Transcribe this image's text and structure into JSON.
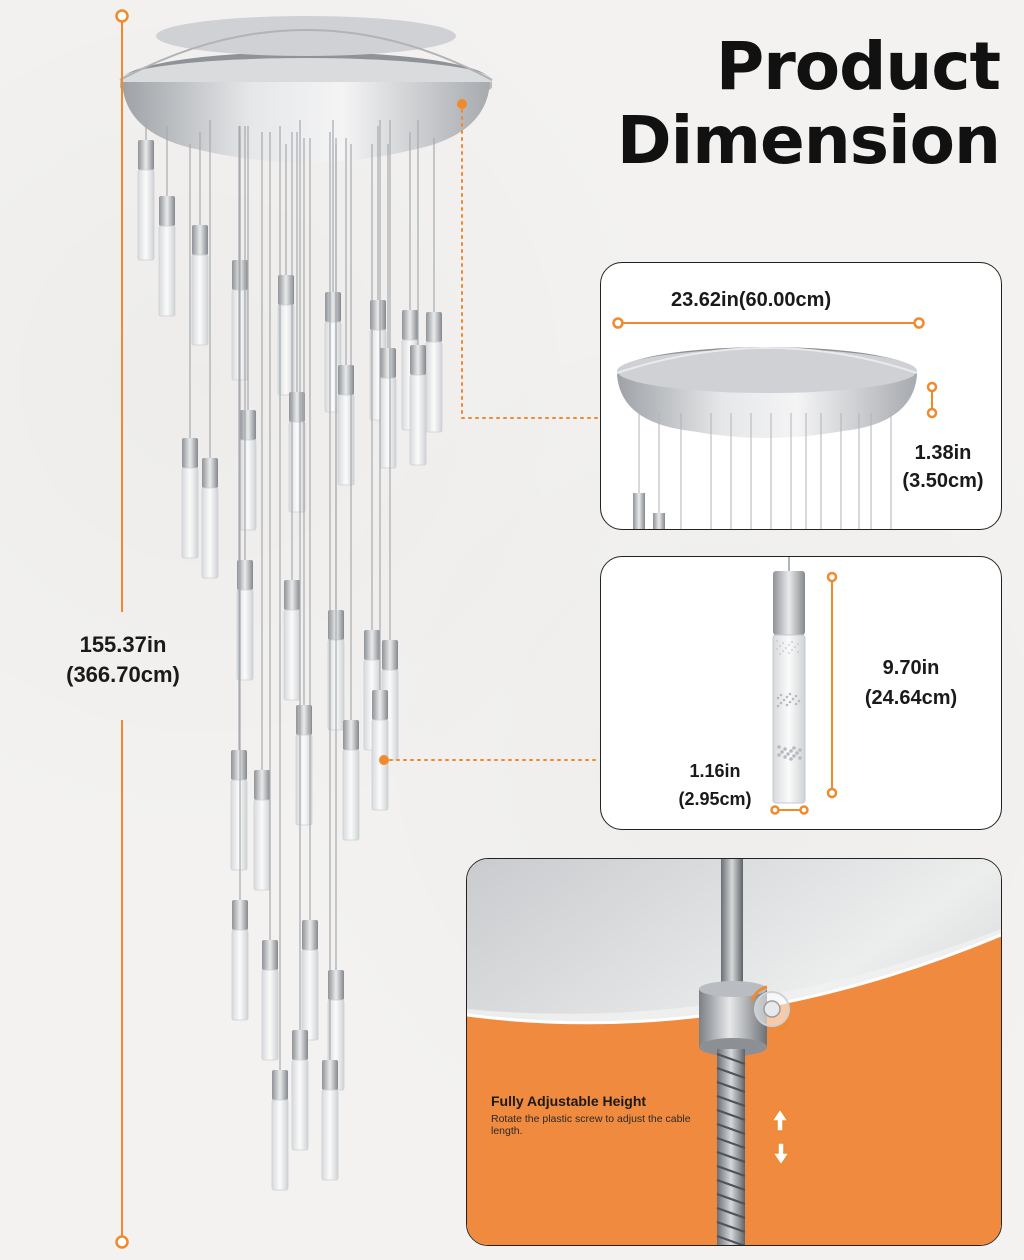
{
  "title": {
    "line1": "Product",
    "line2": "Dimension"
  },
  "total_height": {
    "inches": "155.37in",
    "cm": "(366.70cm)"
  },
  "canopy": {
    "width": "23.62in(60.00cm)",
    "thickness_in": "1.38in",
    "thickness_cm": "(3.50cm)"
  },
  "tube": {
    "height_in": "9.70in",
    "height_cm": "(24.64cm)",
    "diameter_in": "1.16in",
    "diameter_cm": "(2.95cm)"
  },
  "feature": {
    "title": "Fully Adjustable Height",
    "description": "Rotate the plastic screw to adjust the cable length."
  },
  "colors": {
    "accent": "#f08a2e",
    "metal": "#c7c9cc",
    "text": "#111111"
  }
}
